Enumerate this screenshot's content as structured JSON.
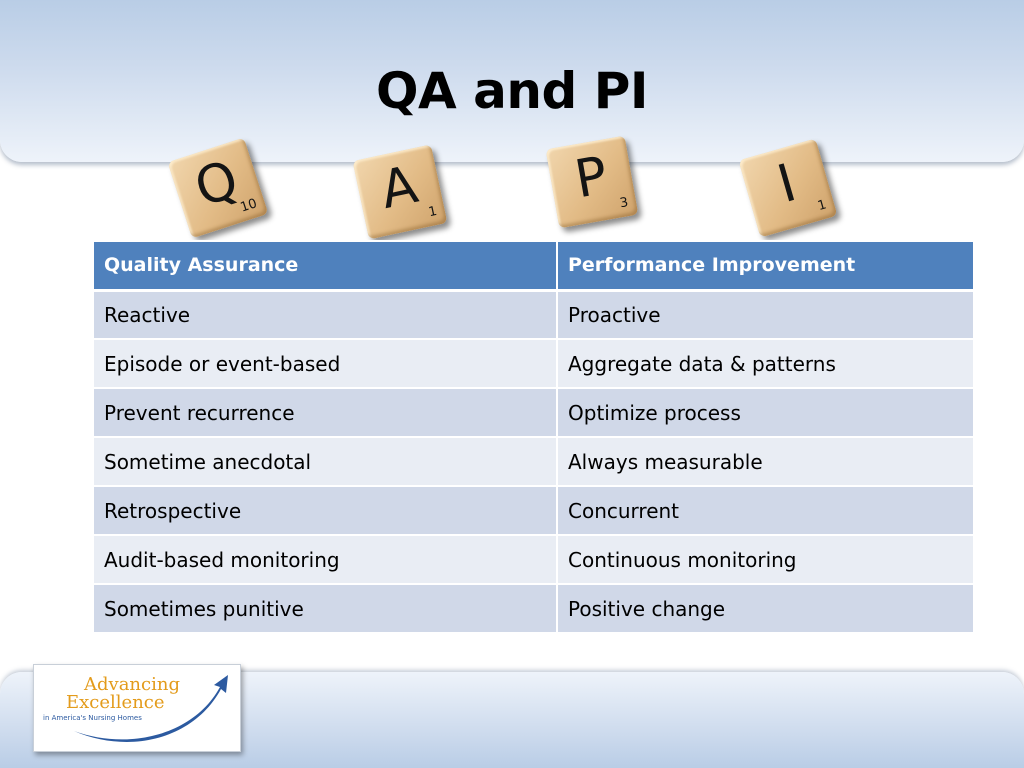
{
  "slide": {
    "title": "QA and PI"
  },
  "tiles": [
    {
      "letter": "Q",
      "score": "10"
    },
    {
      "letter": "A",
      "score": "1"
    },
    {
      "letter": "P",
      "score": "3"
    },
    {
      "letter": "I",
      "score": "1"
    }
  ],
  "table": {
    "headers": [
      "Quality Assurance",
      "Performance Improvement"
    ],
    "rows": [
      [
        "Reactive",
        "Proactive"
      ],
      [
        "Episode or event-based",
        "Aggregate data & patterns"
      ],
      [
        "Prevent recurrence",
        "Optimize process"
      ],
      [
        "Sometime anecdotal",
        "Always measurable"
      ],
      [
        "Retrospective",
        "Concurrent"
      ],
      [
        "Audit-based monitoring",
        "Continuous monitoring"
      ],
      [
        "Sometimes punitive",
        "Positive change"
      ]
    ]
  },
  "logo": {
    "line1": "Advancing",
    "line2": "Excellence",
    "line3": "in America's Nursing Homes"
  },
  "colors": {
    "header_fill": "#4f81bd",
    "row_odd": "#d0d8e8",
    "row_even": "#e9edf4",
    "logo_text": "#e39b1b",
    "logo_swoosh": "#2c5aa0"
  }
}
